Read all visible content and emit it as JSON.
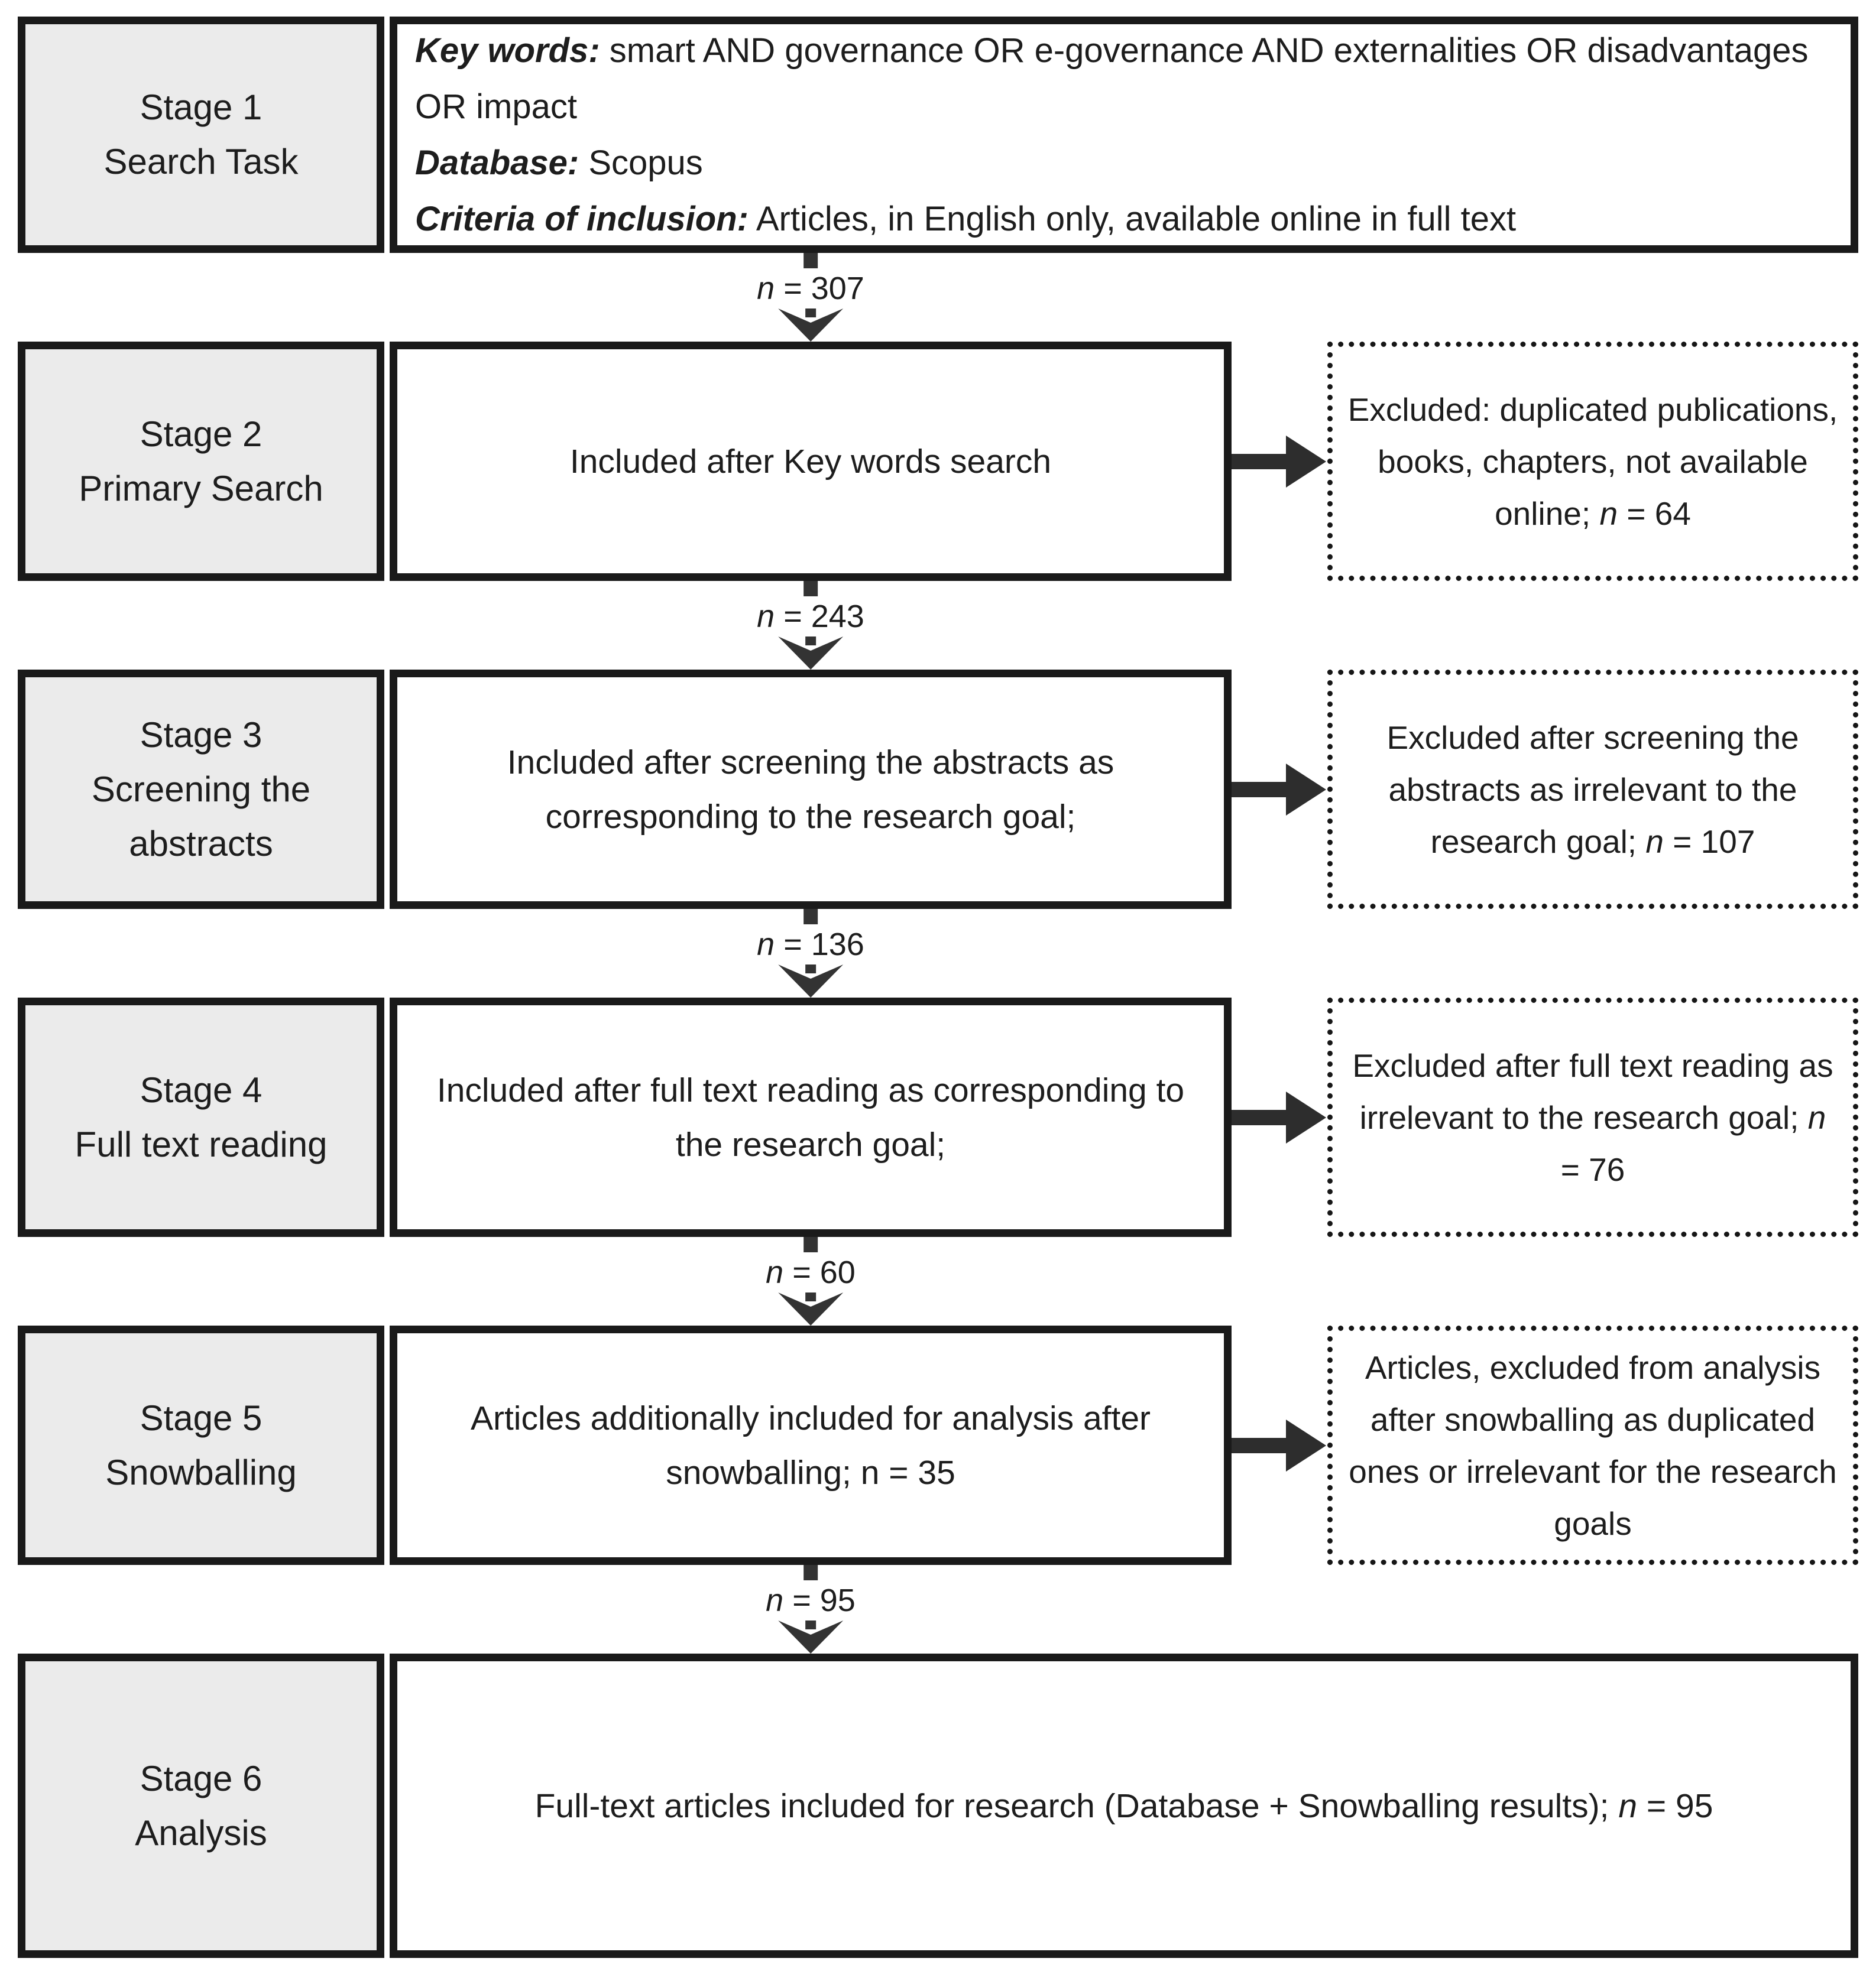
{
  "colors": {
    "border": "#1a1a1a",
    "stage_fill": "#ebebeb",
    "arrow": "#333333",
    "text": "#1d1d1d",
    "background": "#ffffff"
  },
  "icons": {
    "down_arrow_icon": "chevron-down-arrowhead",
    "right_arrow_icon": "thick-right-arrow",
    "dashed_connector": "square-dash"
  },
  "stage1": {
    "label1": "Stage 1",
    "label2": "Search Task",
    "kw_label": "Key words:",
    "kw_text": " smart AND governance OR e-governance AND externalities OR disadvantages OR impact",
    "db_label": "Database:",
    "db_text": " Scopus",
    "crit_label": "Criteria of inclusion:",
    "crit_text": " Articles, in English only, available online in full text"
  },
  "flow1": {
    "n": "n",
    "eq": " = 307"
  },
  "stage2": {
    "label1": "Stage 2",
    "label2": "Primary Search",
    "content": "Included after Key words search",
    "excl_text": "Excluded: duplicated publications, books, chapters, not available online; ",
    "excl_n": "n",
    "excl_eq": " = 64"
  },
  "flow2": {
    "n": "n",
    "eq": " = 243"
  },
  "stage3": {
    "label1": "Stage 3",
    "label2": "Screening the",
    "label3": "abstracts",
    "content": "Included after screening the abstracts as corresponding to the research goal;",
    "excl_text": "Excluded after screening the abstracts as irrelevant to the research goal; ",
    "excl_n": "n",
    "excl_eq": " = 107"
  },
  "flow3": {
    "n": "n",
    "eq": " = 136"
  },
  "stage4": {
    "label1": "Stage 4",
    "label2": "Full text reading",
    "content": "Included after full text reading as corresponding to the research goal;",
    "excl_text": "Excluded after full text reading as irrelevant to the research goal; ",
    "excl_n": "n",
    "excl_eq": " = 76"
  },
  "flow4": {
    "n": "n",
    "eq": " = 60"
  },
  "stage5": {
    "label1": "Stage 5",
    "label2": "Snowballing",
    "content": "Articles additionally included for analysis after snowballing; n = 35",
    "excl_text": "Articles, excluded from analysis after snowballing as duplicated ones or irrelevant for the research goals"
  },
  "flow5": {
    "n": "n",
    "eq": " = 95"
  },
  "stage6": {
    "label1": "Stage 6",
    "label2": "Analysis",
    "content_text": "Full-text articles included for research (Database + Snowballing results); ",
    "content_n": "n",
    "content_eq": " = 95"
  }
}
